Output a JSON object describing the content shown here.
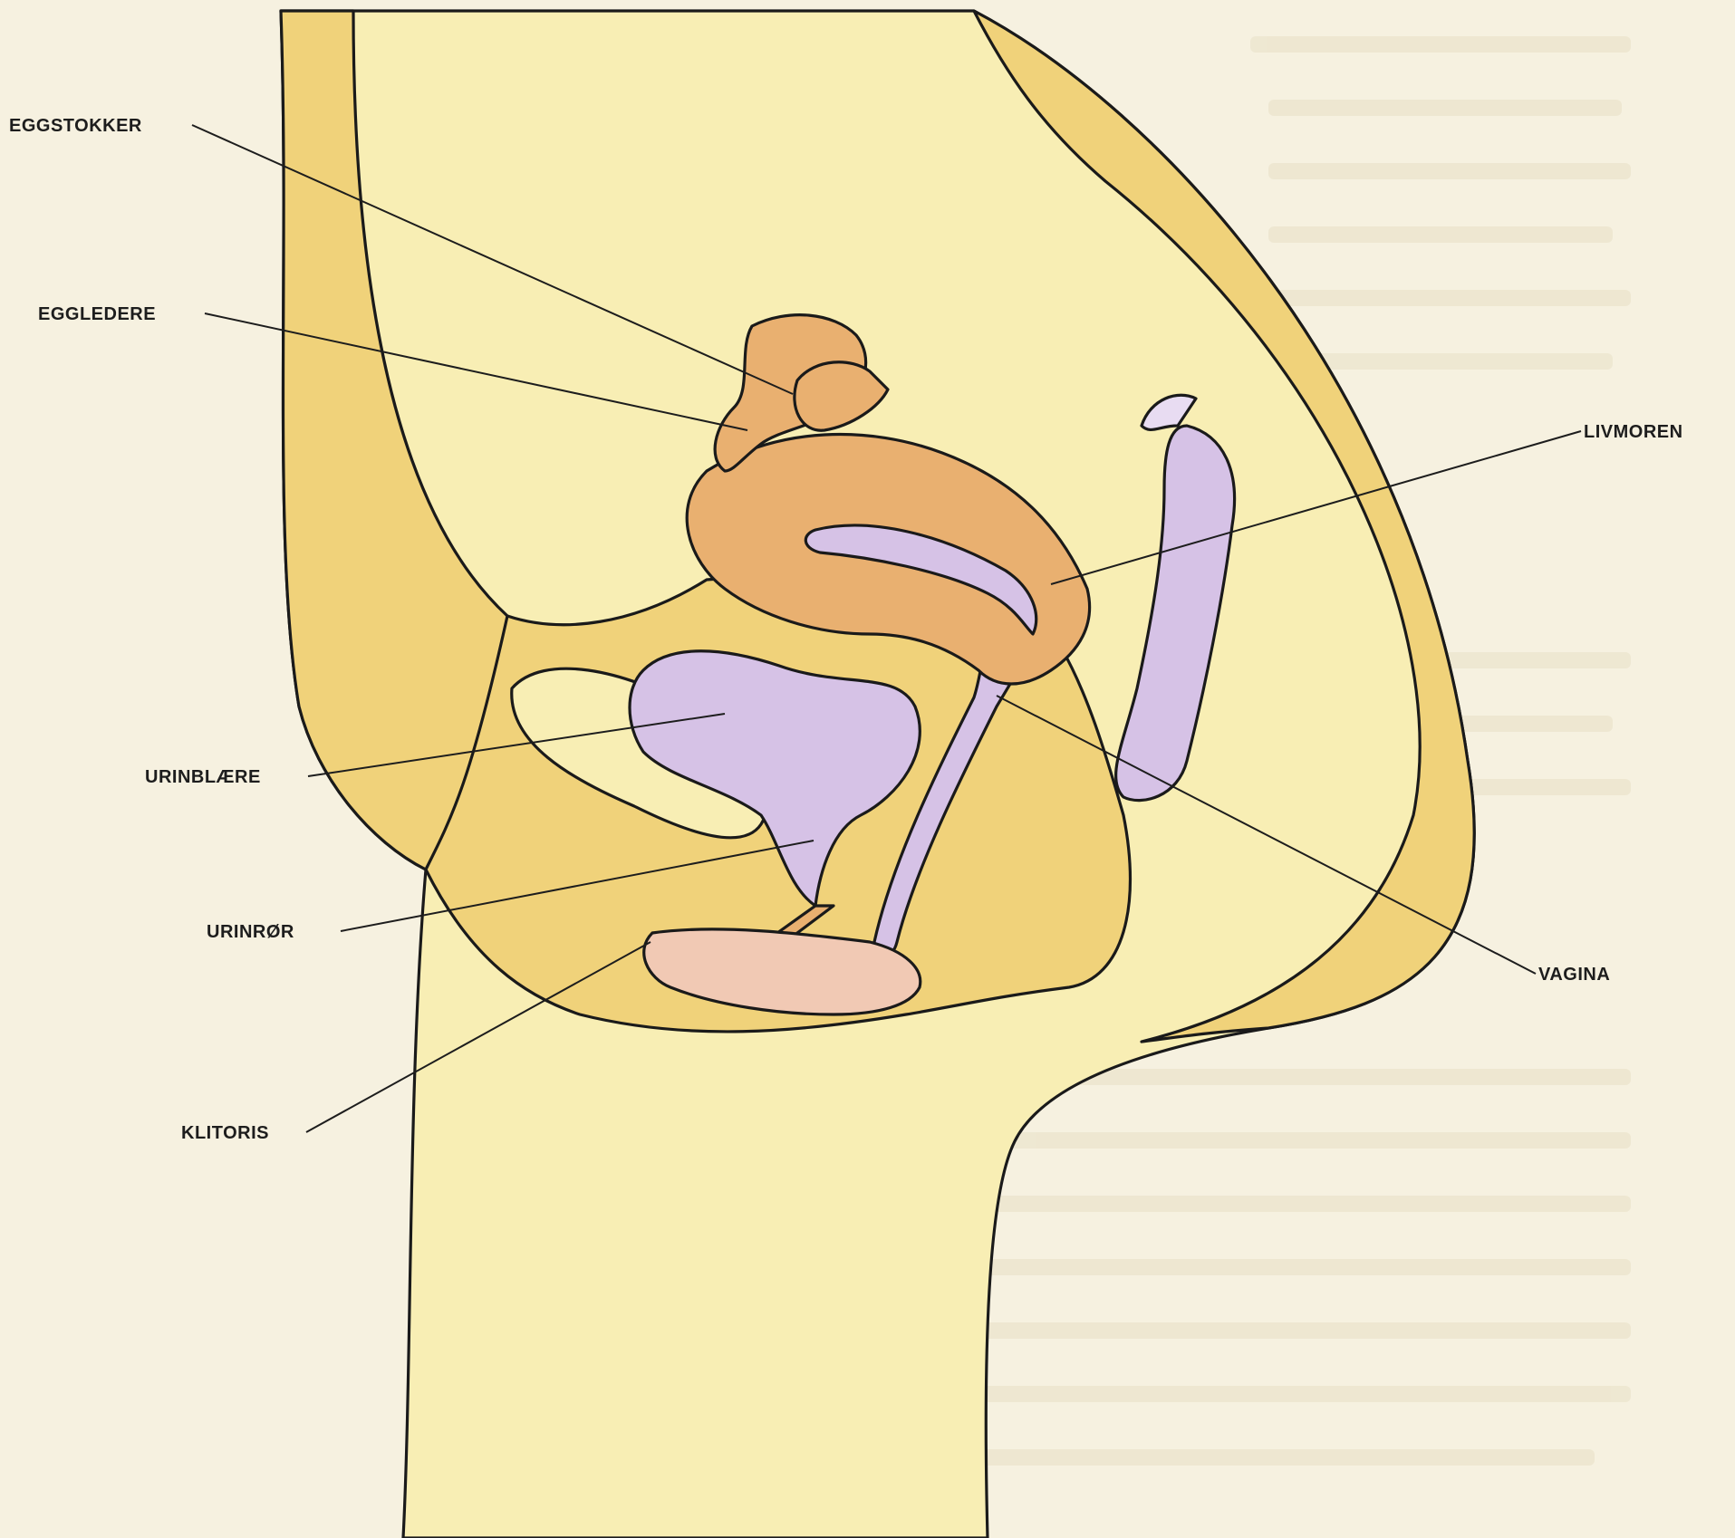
{
  "colors": {
    "page_background": "#f6f1e0",
    "background_print": "#e9e2c9",
    "skin_light": "#f8eeb4",
    "tissue_yellow": "#f0d27a",
    "uterus_orange": "#e9b070",
    "mucosa_lilac": "#d6c2e6",
    "clitoris_pink": "#f1c9b4",
    "outline": "#1a1a1a"
  },
  "labels": {
    "eggstokker": "EGGSTOKKER",
    "eggledere": "EGGLEDERE",
    "livmoren": "LIVMOREN",
    "urinblaere": "URINBLÆRE",
    "urinror": "URINRØR",
    "vagina": "VAGINA",
    "klitoris": "KLITORIS"
  }
}
